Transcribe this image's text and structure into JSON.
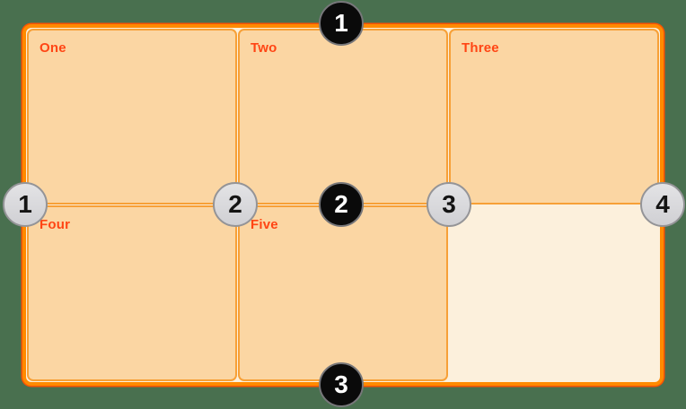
{
  "diagram": {
    "description": "CSS grid layout illustration with numbered row and column grid lines",
    "background_color": "#49704F",
    "grid": {
      "columns": 3,
      "rows": 2,
      "outer_border_color": "#FF8A00",
      "outer_edge_color": "#FF5200",
      "line_color": "#F7A037",
      "cell_fill_color": "#FBD6A3",
      "container_fill_color": "#FCF0DC",
      "label_color": "#FF4514",
      "cells": [
        {
          "label": "One"
        },
        {
          "label": "Two"
        },
        {
          "label": "Three"
        },
        {
          "label": "Four"
        },
        {
          "label": "Five"
        },
        {
          "label": ""
        }
      ]
    },
    "row_line_badges": {
      "fill_color": "#0A0A0A",
      "ring_color": "#77777A",
      "number_color": "#FFFFFF",
      "items": [
        {
          "number": "1"
        },
        {
          "number": "2"
        },
        {
          "number": "3"
        }
      ]
    },
    "column_line_badges": {
      "fill_color": "#D9D9DB",
      "ring_color": "#949497",
      "number_color": "#141414",
      "items": [
        {
          "number": "1"
        },
        {
          "number": "2"
        },
        {
          "number": "3"
        },
        {
          "number": "4"
        }
      ]
    }
  }
}
